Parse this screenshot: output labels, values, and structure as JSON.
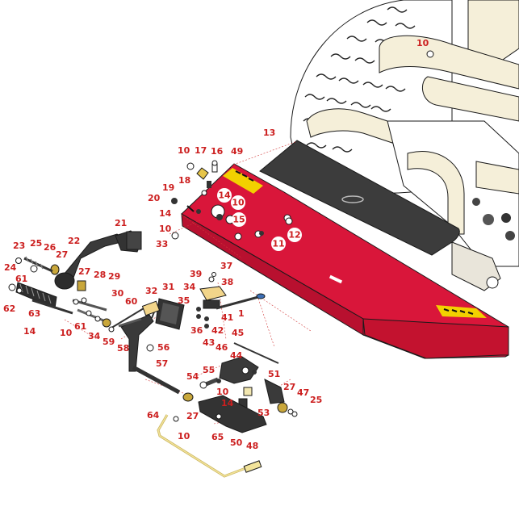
{
  "diagram": {
    "title": "Foot Pedal / Footrest Assembly - Exploded Parts View",
    "callout_color": "#cc1f1f",
    "pan_color": "#d9163a",
    "decal_color": "#f2d100",
    "chassis_color": "#f5efd9",
    "mat_color": "#3c3c3c",
    "callouts": {
      "c1": "1",
      "c10a": "10",
      "c10b": "10",
      "c10c": "10",
      "c10d": "10",
      "c10e": "10",
      "c10f": "10",
      "c10g": "10",
      "c11": "11",
      "c12": "12",
      "c13": "13",
      "c14a": "14",
      "c14b": "14",
      "c14c": "14",
      "c14d": "14",
      "c15": "15",
      "c16": "16",
      "c17": "17",
      "c18": "18",
      "c19": "19",
      "c20": "20",
      "c21": "21",
      "c22": "22",
      "c23": "23",
      "c24": "24",
      "c25a": "25",
      "c25b": "25",
      "c26": "26",
      "c27a": "27",
      "c27b": "27",
      "c27c": "27",
      "c27d": "27",
      "c28": "28",
      "c29": "29",
      "c30": "30",
      "c31": "31",
      "c32": "32",
      "c33": "33",
      "c34a": "34",
      "c34b": "34",
      "c35": "35",
      "c36": "36",
      "c37": "37",
      "c38": "38",
      "c39": "39",
      "c41": "41",
      "c42": "42",
      "c43": "43",
      "c44": "44",
      "c45": "45",
      "c46": "46",
      "c47": "47",
      "c48": "48",
      "c49": "49",
      "c50": "50",
      "c51": "51",
      "c53": "53",
      "c54": "54",
      "c55": "55",
      "c56": "56",
      "c57": "57",
      "c58": "58",
      "c59": "59",
      "c60": "60",
      "c61a": "61",
      "c61b": "61",
      "c62": "62",
      "c63": "63",
      "c64": "64",
      "c65": "65"
    }
  }
}
